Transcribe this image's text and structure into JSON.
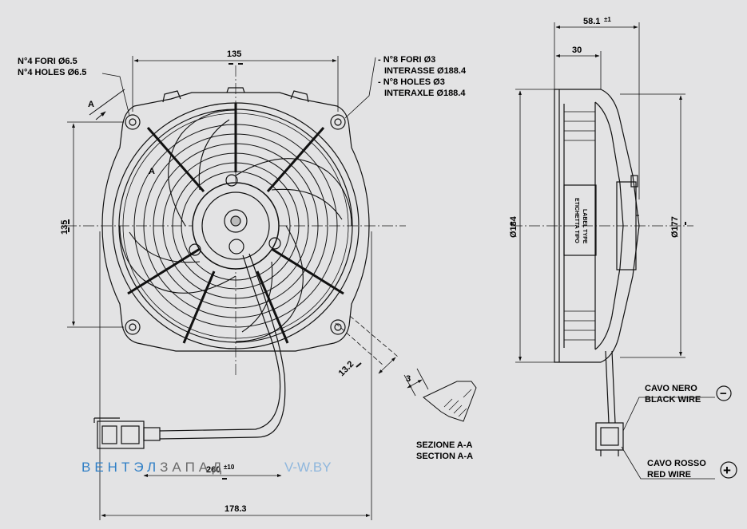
{
  "front_view": {
    "dim_top": "135",
    "dim_left": "135",
    "dim_bottom": "178.3",
    "dim_offset": "13.2",
    "cable_length": "260",
    "cable_tolerance": "±10",
    "section_mark_1": "A",
    "section_mark_2": "A",
    "holes_note": {
      "line1": "N°4 FORI Ø6.5",
      "line2": "N°4 HOLES Ø6.5"
    },
    "screw_note": {
      "line1": "- N°8 FORI Ø3",
      "line2": "INTERASSE Ø188.4",
      "line3": "- N°8 HOLES Ø3",
      "line4": "INTERAXLE Ø188.4"
    }
  },
  "side_view": {
    "dim_depth": "58.1",
    "dim_depth_tol": "±1",
    "dim_30": "30",
    "dim_left_dia": "Ø184",
    "dim_right_dia": "Ø177",
    "label_line1": "ETICHETTA TIPO",
    "label_line2": "LABEL TYPE",
    "black_wire": {
      "it": "CAVO NERO",
      "en": "BLACK WIRE",
      "sign": "−"
    },
    "red_wire": {
      "it": "CAVO ROSSO",
      "en": "RED WIRE",
      "sign": "+"
    }
  },
  "section": {
    "dim": "3",
    "title_it": "SEZIONE A-A",
    "title_en": "SECTION A-A"
  },
  "watermark": {
    "part1": "ВЕНТЭЛ",
    "part2": "ЗАПАД",
    "part3": "V-W.BY"
  },
  "colors": {
    "background": "#e3e3e4",
    "line": "#111111",
    "watermark_blue": "#2f7fc6",
    "watermark_gray": "#6b6b6b",
    "watermark_light": "#8fb7dd"
  }
}
